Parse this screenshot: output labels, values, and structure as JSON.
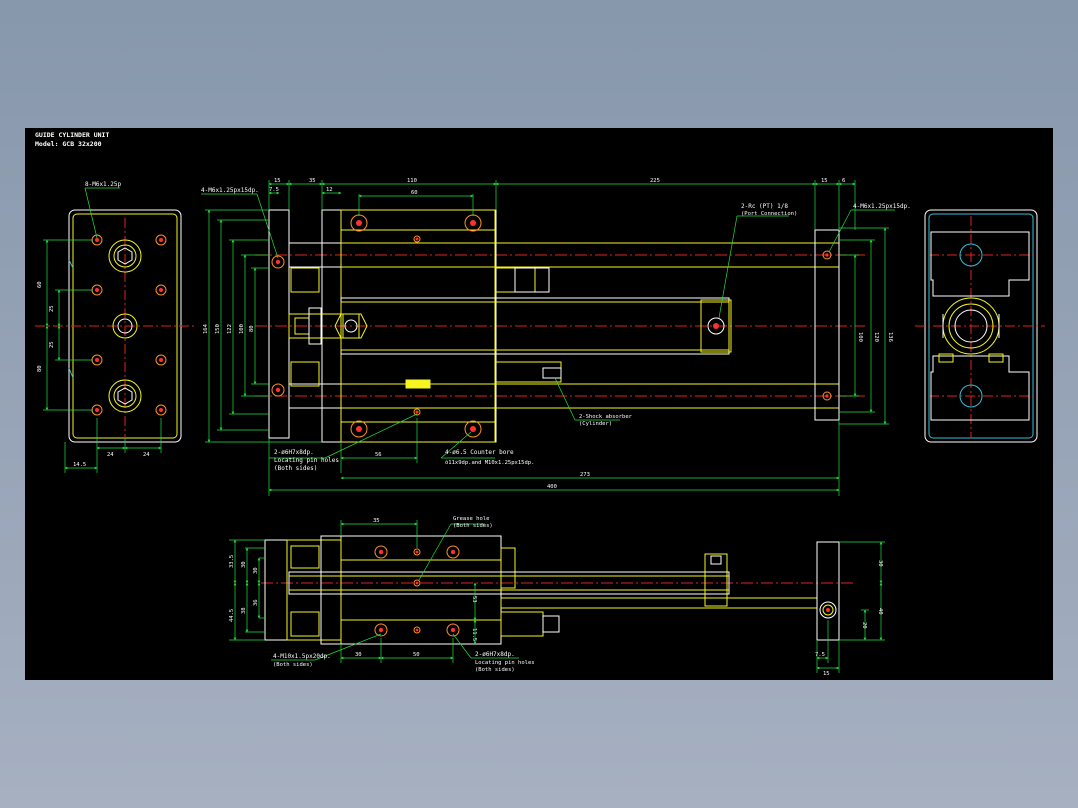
{
  "colors": {
    "background": "#8c9aae",
    "canvas": "#000000",
    "outline_yellow": "#f5f520",
    "outline_white": "#ffffff",
    "centerline_red": "#e02020",
    "hole_red": "#ff3030",
    "hole_orange": "#ff9020",
    "dimension_green": "#20e040",
    "hidden_cyan": "#30c0d8"
  },
  "title": {
    "line1": "GUIDE CYLINDER UNIT",
    "line2": "Model: GCB 32x200"
  },
  "top_dimensions": {
    "d15": "15",
    "d35": "35",
    "d110": "110",
    "d225": "225",
    "d15b": "15",
    "d6": "6",
    "d7_5": "7.5",
    "d12": "12",
    "d60": "60"
  },
  "left_dimensions": {
    "d164": "164",
    "d150": "150",
    "d122": "122",
    "d100": "100",
    "d80": "80"
  },
  "right_dimensions": {
    "d100": "100",
    "d120": "120",
    "d136": "136"
  },
  "bottom_dimensions": {
    "d56": "56",
    "d273": "273",
    "d400": "400"
  },
  "end_view_dimensions": {
    "d60": "60",
    "d25a": "25",
    "d25b": "25",
    "d80": "80",
    "d14_5": "14.5",
    "d24a": "24",
    "d24b": "24"
  },
  "annotations": {
    "m6_holes": "8-M6x1.25p",
    "m6_depth": "4-M6x1.25px15dp.",
    "port1": "2-Rc (PT) 1/8",
    "port2": "(Port Connection)",
    "m6_right": "4-M6x1.25px15dp.",
    "locating1": "2-ø6H7x8dp.",
    "locating2": "Locating pin holes",
    "locating3": "(Both sides)",
    "counter1": "4-ø6.5 Counter bore",
    "counter2": "ô11x9dp.and M10x1.25px15dp.",
    "shock1": "2-Shock absorber",
    "shock2": "(Cylinder)"
  },
  "lower_view": {
    "d35": "35",
    "grease1": "Grease hole",
    "grease2": "(Both sides)",
    "d33_5": "33.5",
    "d30a": "30",
    "d30b": "30",
    "d44_5": "44.5",
    "d38": "38",
    "d36": "36",
    "d53": "53",
    "d11_5": "11.5",
    "d30c": "30",
    "d40": "40",
    "d20": "20",
    "d30d": "30",
    "d50": "50",
    "d7_5": "7.5",
    "d15": "15",
    "tap1": "4-M10x1.5px20dp.",
    "tap2": "(Both sides)",
    "pin1": "2-ø6H7x8dp.",
    "pin2": "Locating pin holes",
    "pin3": "(Both sides)"
  }
}
